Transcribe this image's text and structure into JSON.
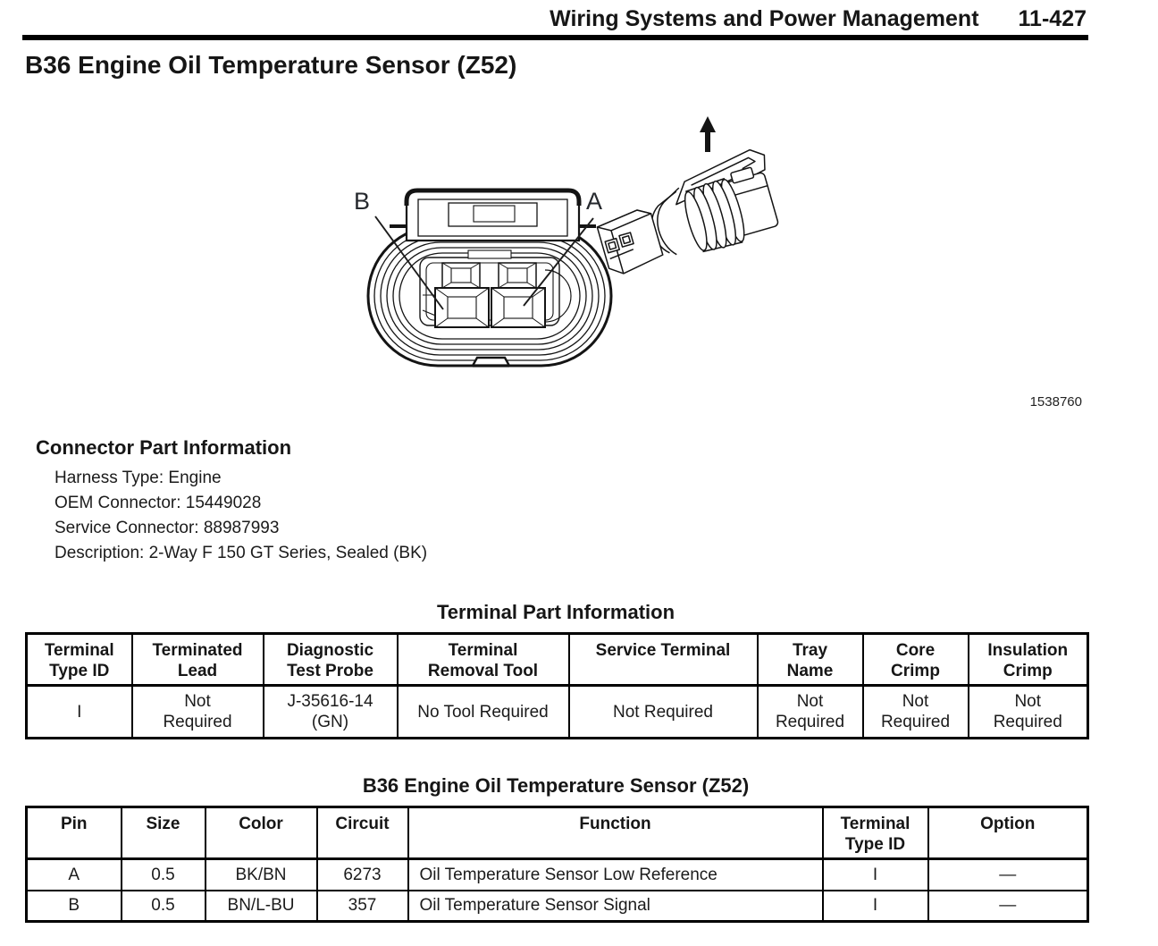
{
  "header": {
    "section": "Wiring Systems and Power Management",
    "page_number": "11-427"
  },
  "title": "B36 Engine Oil Temperature Sensor (Z52)",
  "figure": {
    "number": "1538760",
    "pin_label_left": "B",
    "pin_label_right": "A"
  },
  "connector_info": {
    "heading": "Connector Part Information",
    "lines": [
      "Harness Type: Engine",
      "OEM Connector: 15449028",
      "Service Connector: 88987993",
      "Description: 2-Way F 150 GT Series, Sealed (BK)"
    ]
  },
  "terminal_table": {
    "title": "Terminal Part Information",
    "columns": [
      "Terminal Type ID",
      "Terminated Lead",
      "Diagnostic Test Probe",
      "Terminal Removal Tool",
      "Service Terminal",
      "Tray Name",
      "Core Crimp",
      "Insulation Crimp"
    ],
    "rows": [
      [
        "I",
        "Not Required",
        "J-35616-14 (GN)",
        "No Tool Required",
        "Not Required",
        "Not Required",
        "Not Required",
        "Not Required"
      ]
    ]
  },
  "pinout_table": {
    "title": "B36 Engine Oil Temperature Sensor (Z52)",
    "columns": [
      "Pin",
      "Size",
      "Color",
      "Circuit",
      "Function",
      "Terminal Type ID",
      "Option"
    ],
    "rows": [
      [
        "A",
        "0.5",
        "BK/BN",
        "6273",
        "Oil Temperature Sensor Low Reference",
        "I",
        "—"
      ],
      [
        "B",
        "0.5",
        "BN/L-BU",
        "357",
        "Oil Temperature Sensor Signal",
        "I",
        "—"
      ]
    ]
  }
}
